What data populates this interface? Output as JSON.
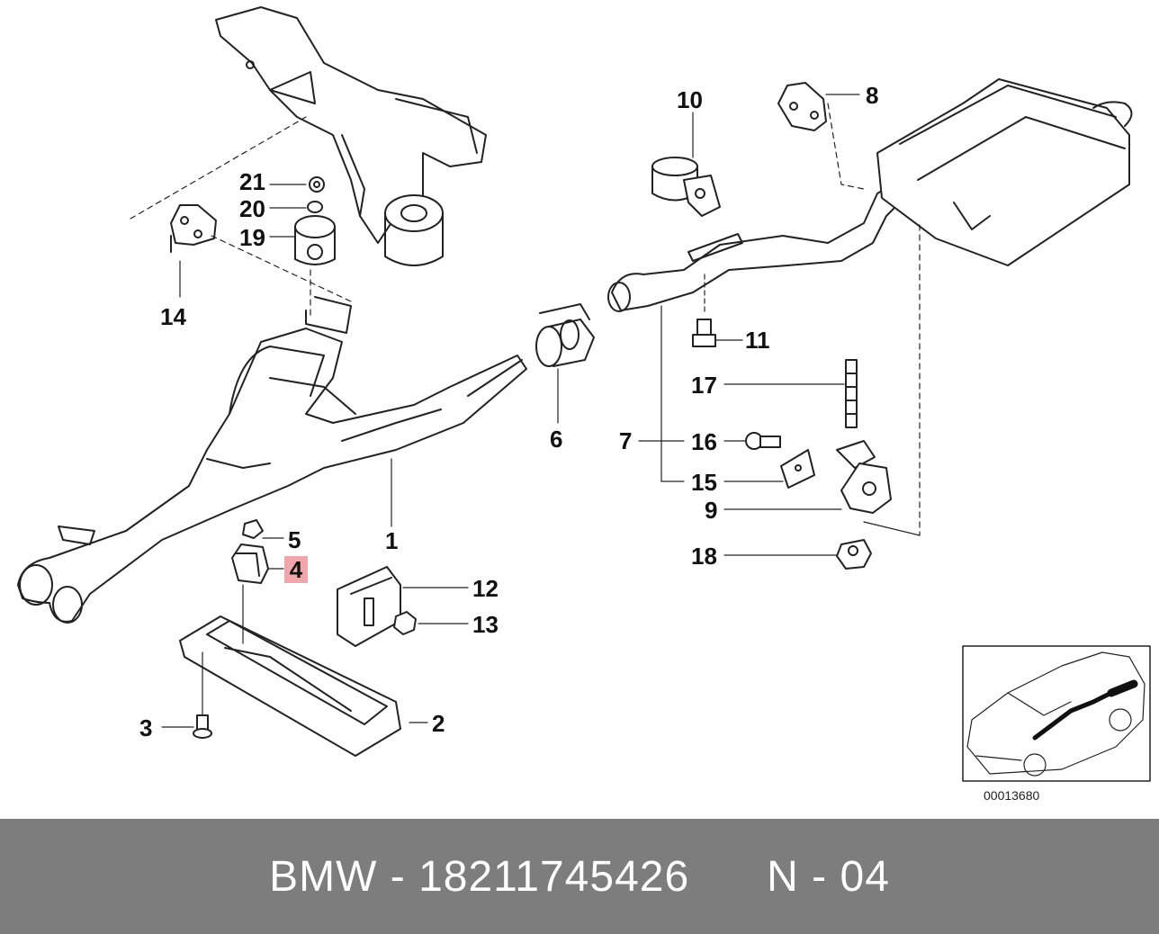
{
  "callouts": {
    "c1": "1",
    "c2": "2",
    "c3": "3",
    "c4": "4",
    "c5": "5",
    "c6": "6",
    "c7": "7",
    "c8": "8",
    "c9": "9",
    "c10": "10",
    "c11": "11",
    "c12": "12",
    "c13": "13",
    "c14": "14",
    "c15": "15",
    "c16": "16",
    "c17": "17",
    "c18": "18",
    "c19": "19",
    "c20": "20",
    "c21": "21"
  },
  "highlighted_callout": "4",
  "colors": {
    "highlight": "#f0a6ab",
    "footer_bg": "#7d7d7d",
    "footer_text": "#ffffff"
  },
  "reference_code": "00013680",
  "footer": {
    "brand": "BMW",
    "separator": " - ",
    "part_number": "18211745426",
    "position_label": "N - 04"
  }
}
